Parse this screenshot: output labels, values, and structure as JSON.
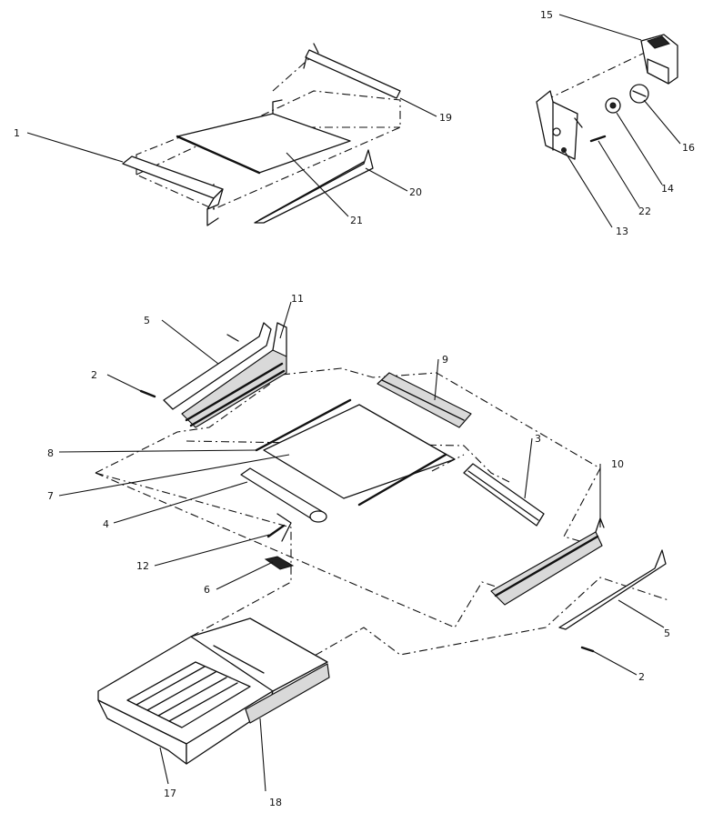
{
  "callouts": [
    {
      "id": "c1",
      "text": "1"
    },
    {
      "id": "c19",
      "text": "19"
    },
    {
      "id": "c20",
      "text": "20"
    },
    {
      "id": "c21",
      "text": "21"
    },
    {
      "id": "c15",
      "text": "15"
    },
    {
      "id": "c16",
      "text": "16"
    },
    {
      "id": "c14",
      "text": "14"
    },
    {
      "id": "c22",
      "text": "22"
    },
    {
      "id": "c13",
      "text": "13"
    },
    {
      "id": "c11",
      "text": "11"
    },
    {
      "id": "c5a",
      "text": "5"
    },
    {
      "id": "c2a",
      "text": "2"
    },
    {
      "id": "c9",
      "text": "9"
    },
    {
      "id": "c3",
      "text": "3"
    },
    {
      "id": "c8",
      "text": "8"
    },
    {
      "id": "c10",
      "text": "10"
    },
    {
      "id": "c7",
      "text": "7"
    },
    {
      "id": "c4",
      "text": "4"
    },
    {
      "id": "c12",
      "text": "12"
    },
    {
      "id": "c6",
      "text": "6"
    },
    {
      "id": "c5b",
      "text": "5"
    },
    {
      "id": "c2b",
      "text": "2"
    },
    {
      "id": "c17",
      "text": "17"
    },
    {
      "id": "c18",
      "text": "18"
    }
  ]
}
